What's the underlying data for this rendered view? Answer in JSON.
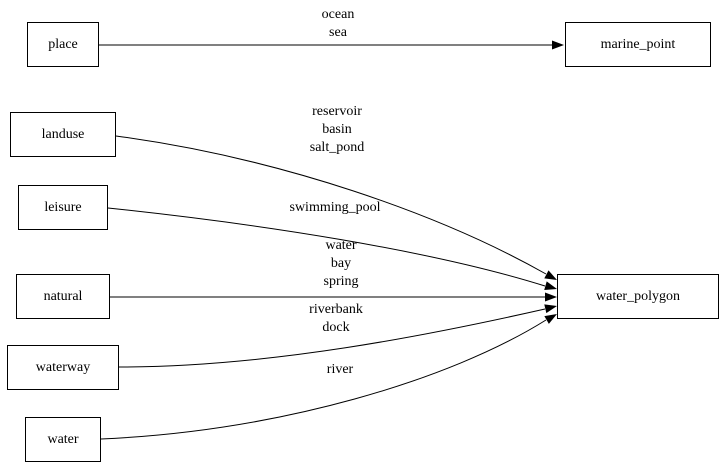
{
  "diagram": {
    "type": "directed-graph",
    "colors": {
      "background": "#ffffff",
      "node_border": "#000000",
      "edge_stroke": "#000000",
      "text": "#000000"
    },
    "nodes": {
      "place": {
        "label": "place"
      },
      "marine_point": {
        "label": "marine_point"
      },
      "landuse": {
        "label": "landuse"
      },
      "leisure": {
        "label": "leisure"
      },
      "natural": {
        "label": "natural"
      },
      "waterway": {
        "label": "waterway"
      },
      "water": {
        "label": "water"
      },
      "water_polygon": {
        "label": "water_polygon"
      }
    },
    "edges": [
      {
        "from": "place",
        "to": "marine_point",
        "label": "ocean\nsea"
      },
      {
        "from": "landuse",
        "to": "water_polygon",
        "label": "reservoir\nbasin\nsalt_pond"
      },
      {
        "from": "leisure",
        "to": "water_polygon",
        "label": "swimming_pool"
      },
      {
        "from": "natural",
        "to": "water_polygon",
        "label": "water\nbay\nspring"
      },
      {
        "from": "waterway",
        "to": "water_polygon",
        "label": "riverbank\ndock"
      },
      {
        "from": "water",
        "to": "water_polygon",
        "label": "river"
      }
    ]
  }
}
